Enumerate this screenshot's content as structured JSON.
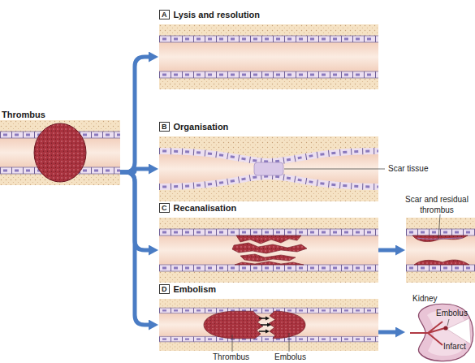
{
  "diagram": {
    "nodes": [
      {
        "text": [
          "Thrombus"
        ]
      },
      {
        "text": [
          "A",
          "Lysis and resolution"
        ]
      },
      {
        "text": [
          "B",
          "Organisation"
        ]
      },
      {
        "text": [
          "C",
          "Recanalisation"
        ]
      },
      {
        "text": [
          "D",
          "Embolism"
        ]
      },
      {
        "text": [
          "Scar and residual thrombus"
        ]
      },
      {
        "text": [
          "Kidney"
        ]
      }
    ],
    "edges": [
      {
        "from": 0,
        "to": 1,
        "arrow": "to"
      },
      {
        "from": 0,
        "to": 2,
        "arrow": "to"
      },
      {
        "from": 0,
        "to": 3,
        "arrow": "to"
      },
      {
        "from": 0,
        "to": 4,
        "arrow": "to"
      },
      {
        "from": 3,
        "to": 5,
        "arrow": "to"
      },
      {
        "from": 4,
        "to": 6,
        "arrow": "to"
      }
    ],
    "labels": [
      "Scar tissue",
      "Thrombus",
      "Embolus",
      "Embolus",
      "Infarct"
    ]
  }
}
